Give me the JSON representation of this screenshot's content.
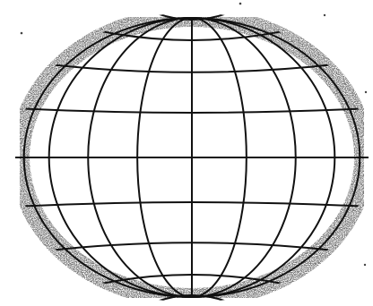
{
  "image": {
    "subject": "globe-wireframe",
    "background_color": "#ffffff",
    "line_color": "#111111",
    "speckle_color": "#7a7a7a"
  },
  "globe": {
    "meridian_count": 9,
    "parallel_count": 9
  }
}
